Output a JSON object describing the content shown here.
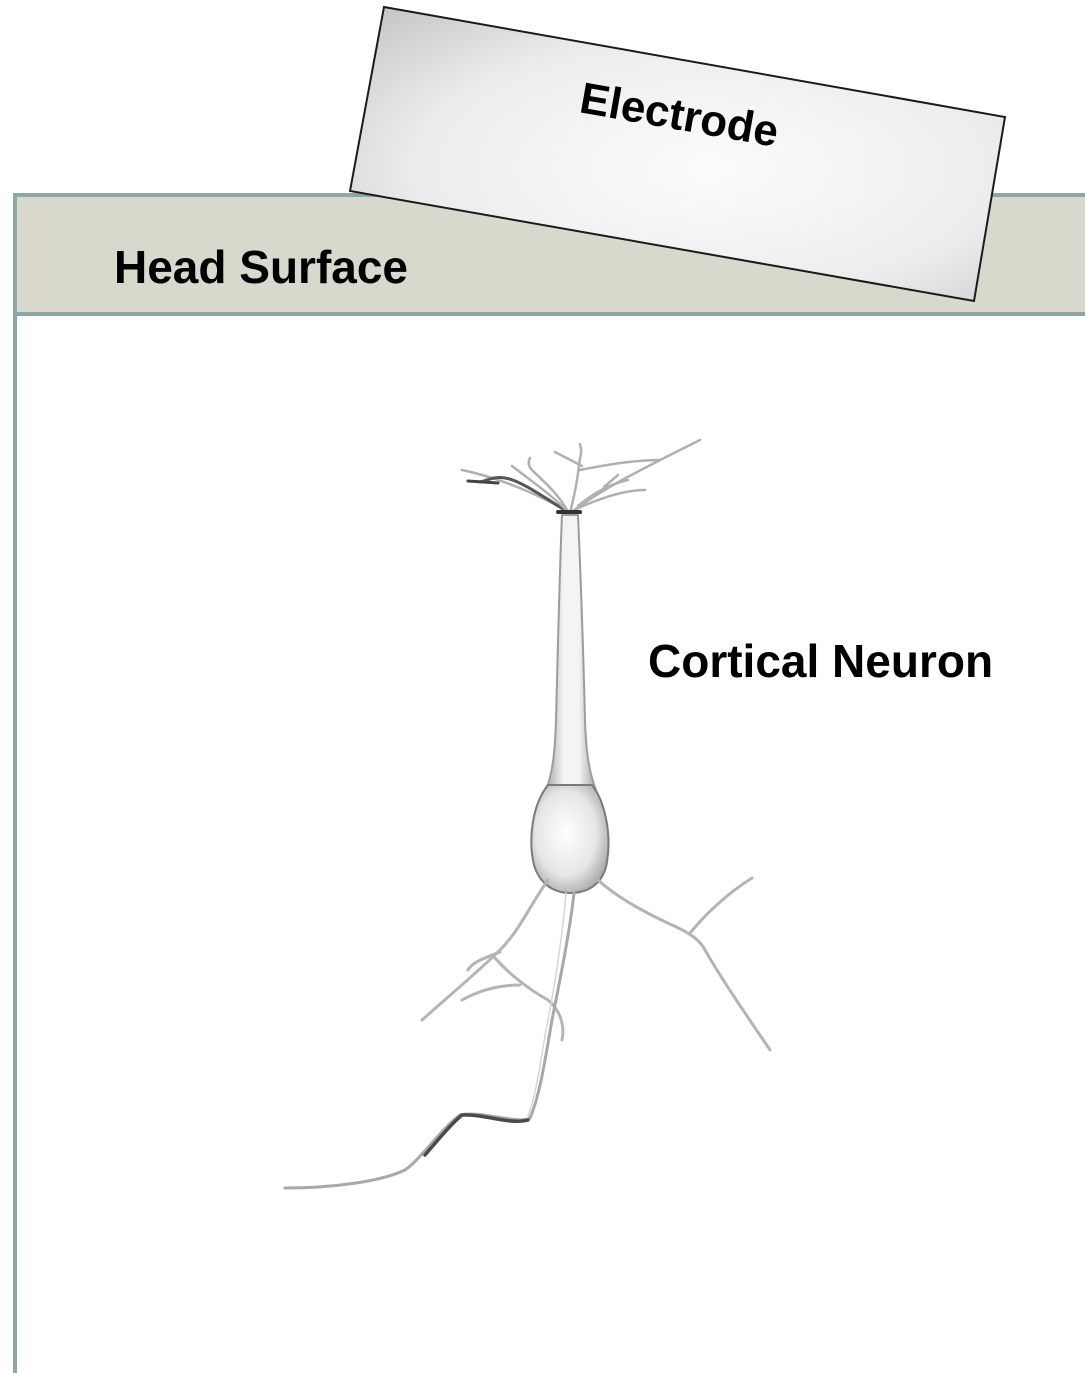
{
  "labels": {
    "electrode": "Electrode",
    "head_surface": "Head Surface",
    "cortical_neuron": "Cortical Neuron"
  },
  "colors": {
    "head_band_fill": "#d8d8cc",
    "head_band_border": "#8fa6a6",
    "electrode_border": "#1a1a1a",
    "electrode_gradient_center": "#fbfbfb",
    "electrode_gradient_edge": "#c8c8c8",
    "neuron_stroke": "#b8b8b8",
    "neuron_dark": "#555555",
    "background": "#ffffff"
  },
  "icons": {
    "electrode": "electrode-block",
    "neuron": "pyramidal-neuron-illustration"
  }
}
